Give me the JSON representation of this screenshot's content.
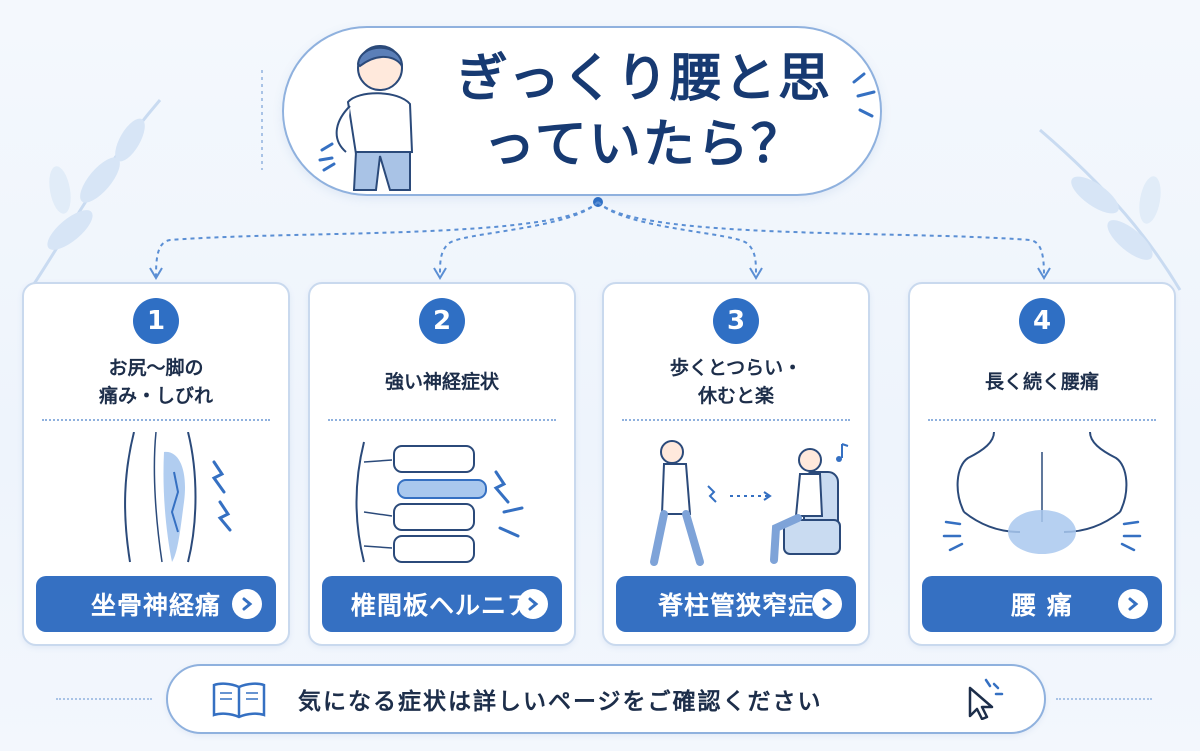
{
  "title": "ぎっくり腰と思っていたら？",
  "cards": [
    {
      "number": "1",
      "description": "お尻〜脚の\n痛み・しびれ",
      "button_label": "坐骨神経痛",
      "icon": "leg-pain-illustration"
    },
    {
      "number": "2",
      "description": "強い神経症状",
      "button_label": "椎間板ヘルニア",
      "icon": "spine-disc-illustration"
    },
    {
      "number": "3",
      "description": "歩くとつらい・\n休むと楽",
      "button_label": "脊柱管狭窄症",
      "icon": "walk-then-rest-illustration"
    },
    {
      "number": "4",
      "description": "長く続く腰痛",
      "button_label": "腰 痛",
      "icon": "back-pain-illustration"
    }
  ],
  "footer": {
    "text": "気になる症状は詳しいページをご確認ください",
    "icon": "open-book-icon",
    "cursor": "cursor-icon"
  },
  "colors": {
    "accent": "#3570c2",
    "title": "#173a72",
    "border": "#8fb1de",
    "background": "#f1f6fd"
  }
}
